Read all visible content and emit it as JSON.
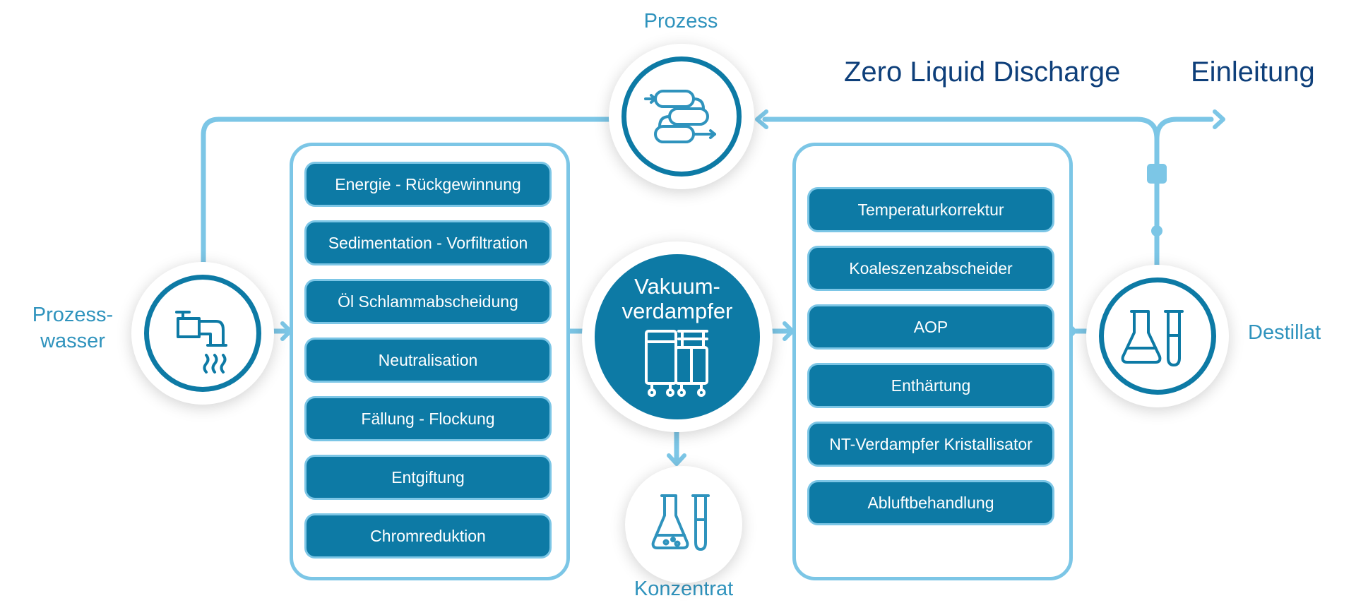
{
  "headings": {
    "zld": "Zero Liquid Discharge",
    "einleitung": "Einleitung"
  },
  "labels": {
    "prozess": "Prozess",
    "prozesswasser_1": "Prozess-",
    "prozesswasser_2": "wasser",
    "destillat": "Destillat",
    "konzentrat": "Konzentrat"
  },
  "evaporator": {
    "line1": "Vakuum-",
    "line2": "verdampfer"
  },
  "pretreatment": [
    "Energie - Rückgewinnung",
    "Sedimentation - Vorfiltration",
    "Öl Schlammabscheidung",
    "Neutralisation",
    "Fällung - Flockung",
    "Entgiftung",
    "Chromreduktion"
  ],
  "posttreatment": [
    "Temperaturkorrektur",
    "Koaleszenzabscheider",
    "AOP",
    "Enthärtung",
    "NT-Verdampfer Kristallisator",
    "Abluftbehandlung"
  ],
  "colors": {
    "dark_teal": "#0d7aa5",
    "light_blue": "#7cc6e6",
    "label_blue": "#2f93bd",
    "heading_navy": "#0e3f7a"
  },
  "icons": {
    "process": "process-coils-icon",
    "water": "water-tap-icon",
    "evaporator": "vacuum-evaporator-icon",
    "concentrate": "flask-concentrate-icon",
    "distillate": "flask-testtube-icon"
  }
}
